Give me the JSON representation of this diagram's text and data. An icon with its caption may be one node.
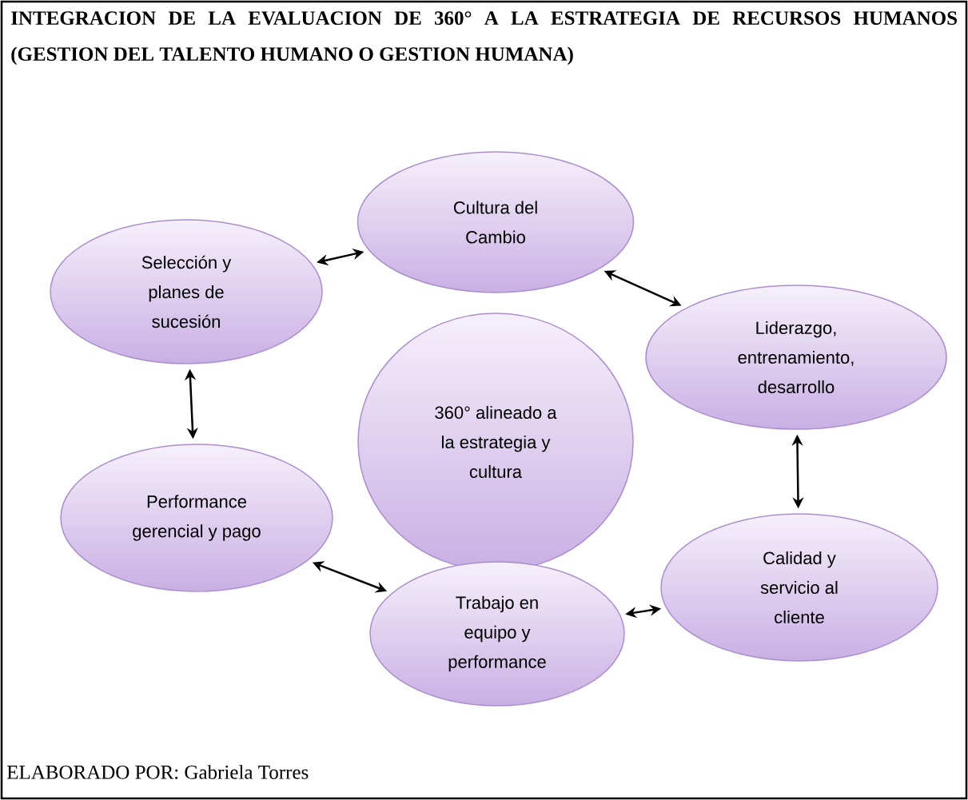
{
  "diagram": {
    "title": "INTEGRACION DE LA EVALUACION DE 360° A LA ESTRATEGIA DE RECURSOS HUMANOS (GESTION DEL TALENTO HUMANO O GESTION HUMANA)",
    "nodes": [
      {
        "text": [
          "Cultura del Cambio"
        ]
      },
      {
        "text": [
          "Selección y planes de sucesión"
        ]
      },
      {
        "text": [
          "Liderazgo, entrenamiento, desarrollo"
        ]
      },
      {
        "text": [
          "360° alineado a la estrategia y cultura"
        ]
      },
      {
        "text": [
          "Performance gerencial y pago"
        ]
      },
      {
        "text": [
          "Calidad y servicio al cliente"
        ]
      },
      {
        "text": [
          "Trabajo en equipo y performance"
        ]
      }
    ],
    "edges": [
      {
        "from": 0,
        "to": 1,
        "arrow": "both"
      },
      {
        "from": 0,
        "to": 2,
        "arrow": "both"
      },
      {
        "from": 1,
        "to": 4,
        "arrow": "both"
      },
      {
        "from": 2,
        "to": 5,
        "arrow": "both"
      },
      {
        "from": 4,
        "to": 6,
        "arrow": "both"
      },
      {
        "from": 6,
        "to": 5,
        "arrow": "both"
      }
    ],
    "caption": "ELABORADO POR: Gabriela Torres"
  }
}
